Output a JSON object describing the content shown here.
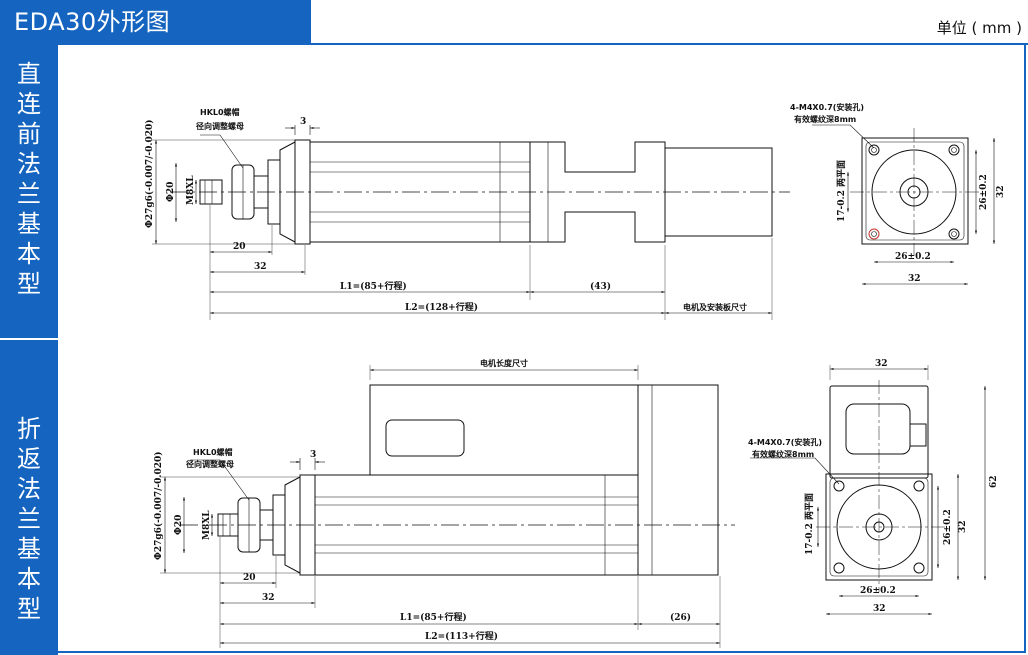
{
  "header": {
    "title": "EDA30外形图",
    "unit": "单位 ( mm )"
  },
  "sections": [
    {
      "label_chars": [
        "直",
        "连",
        "前",
        "法",
        "兰",
        "基",
        "本",
        "型"
      ]
    },
    {
      "label_chars": [
        "折",
        "返",
        "法",
        "兰",
        "基",
        "本",
        "型"
      ]
    }
  ],
  "top_side": {
    "note1": "HKL0螺帽",
    "note2": "径向调整螺母",
    "dim_3": "3",
    "dim_phi27": "Φ27g6(-0.007/-0.020)",
    "dim_phi20": "Φ20",
    "dim_m8": "M8XL",
    "dim_20": "20",
    "dim_32": "32",
    "dim_L1": "L1=(85+行程)",
    "dim_43": "(43)",
    "dim_L2": "L2=(128+行程)",
    "dim_motor": "电机及安装板尺寸"
  },
  "top_end": {
    "note1": "4-M4X0.7(安装孔)",
    "note2": "有效螺纹深8mm",
    "dim_17": "17-0.2 两平面",
    "dim_26v": "26±0.2",
    "dim_32v": "32",
    "dim_26h": "26±0.2",
    "dim_32h": "32"
  },
  "bottom_side": {
    "note1": "HKL0螺帽",
    "note2": "径向调整螺母",
    "dim_motor_len": "电机长度尺寸",
    "dim_3": "3",
    "dim_phi27": "Φ27g6(-0.007/-0.020)",
    "dim_phi20": "Φ20",
    "dim_m8": "M8XL",
    "dim_20": "20",
    "dim_32": "32",
    "dim_L1": "L1=(85+行程)",
    "dim_26": "(26)",
    "dim_L2": "L2=(113+行程)"
  },
  "bottom_end": {
    "note1": "4-M4X0.7(安装孔)",
    "note2": "有效螺纹深8mm",
    "dim_32top": "32",
    "dim_62": "62",
    "dim_17": "17-0.2 两平面",
    "dim_26v": "26±0.2",
    "dim_32v": "32",
    "dim_26h": "26±0.2",
    "dim_32h": "32"
  }
}
